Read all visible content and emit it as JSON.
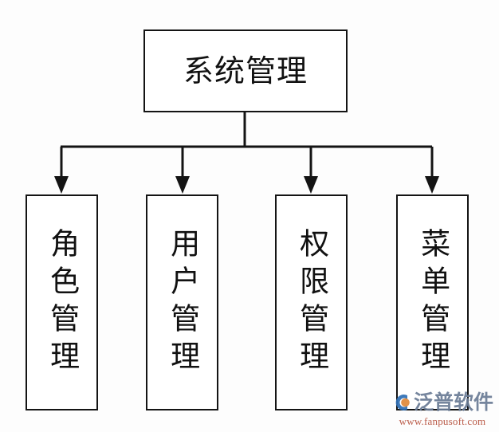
{
  "diagram": {
    "type": "tree",
    "orientation": "top-down",
    "root": {
      "label": "系统管理",
      "name": "system-management"
    },
    "children": [
      {
        "label": "角色管理",
        "name": "role-management"
      },
      {
        "label": "用户管理",
        "name": "user-management"
      },
      {
        "label": "权限管理",
        "name": "permission-management"
      },
      {
        "label": "菜单管理",
        "name": "menu-management"
      }
    ],
    "colors": {
      "background": "#fdfdfd",
      "box_fill": "#ffffff",
      "box_border": "#141414",
      "connector": "#141414",
      "text": "#111111"
    }
  },
  "watermark": {
    "brand": "泛普软件",
    "url": "www.fanpusoft.com",
    "brand_color": "#6b7c96",
    "url_color": "#b6503c",
    "mark_blue": "#2f6fb5",
    "mark_orange": "#e08a3c"
  }
}
